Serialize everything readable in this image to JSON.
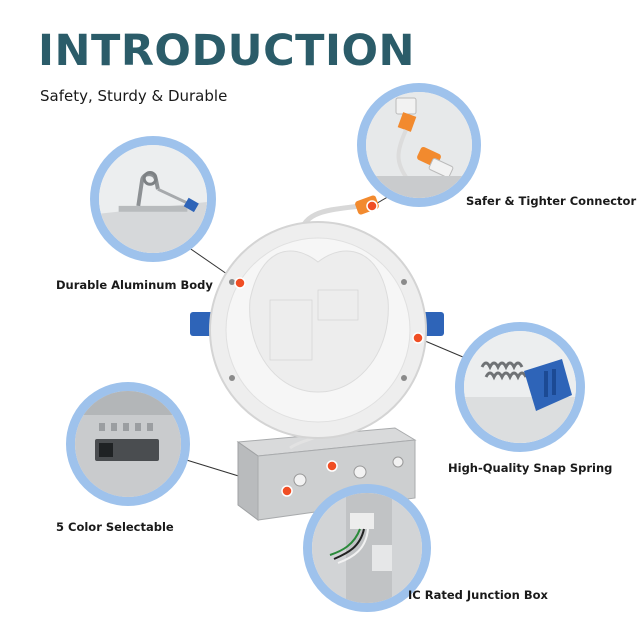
{
  "header": {
    "title": "INTRODUCTION",
    "subtitle": "Safety, Sturdy & Durable"
  },
  "features": {
    "connector": "Safer & Tighter Connector",
    "body": "Durable Aluminum Body",
    "spring": "High-Quality Snap Spring",
    "color": "5 Color Selectable",
    "jbox": "IC Rated Junction Box"
  },
  "colors": {
    "title": "#2b5c69",
    "callout_ring": "#9ec2ec",
    "marker": "#f04e24",
    "spring_clip": "#2e64b8",
    "connector": "#f28a2e"
  }
}
